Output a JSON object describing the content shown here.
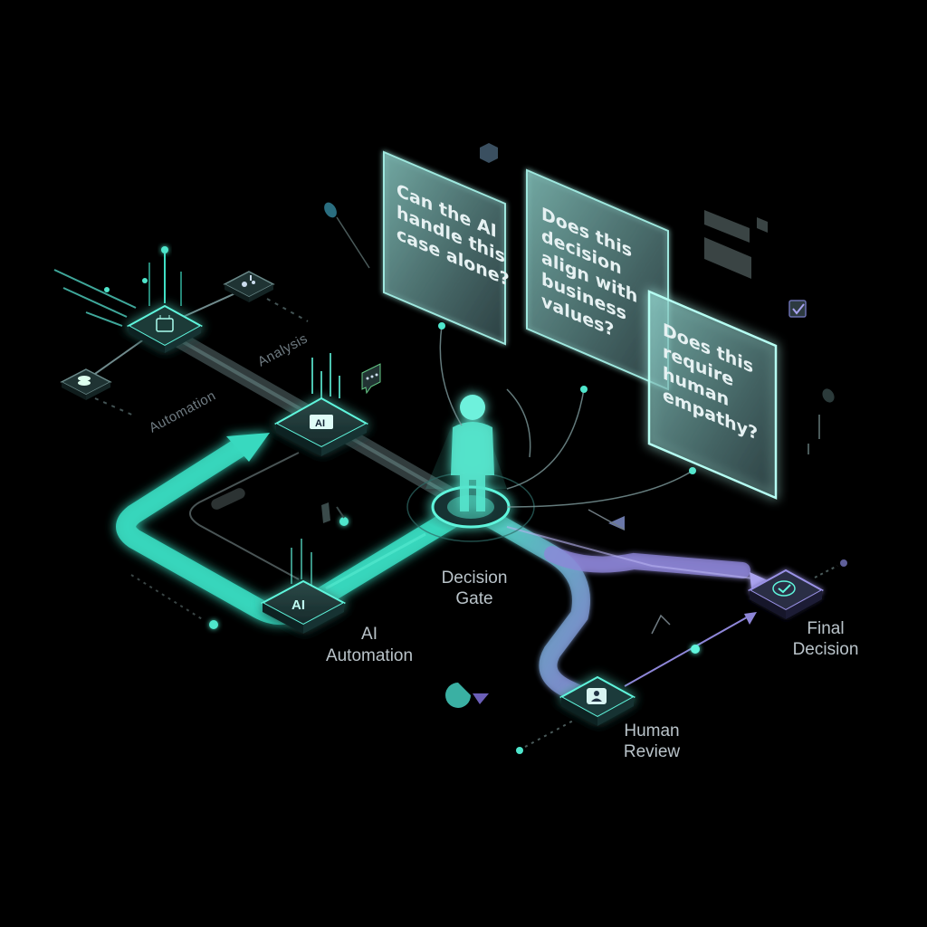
{
  "nodes": {
    "decision_gate": "Decision\nGate",
    "ai_automation": "AI\nAutomation",
    "human_review": "Human\nReview",
    "final_decision": "Final\nDecision"
  },
  "path_labels": {
    "automation": "Automation",
    "analysis": "Analysis"
  },
  "node_glyphs": {
    "ai_chip_top": "AI",
    "ai_chip_bottom": "AI"
  },
  "question_cards": [
    {
      "text": [
        "Can the AI",
        "handle this",
        "case alone?"
      ]
    },
    {
      "text": [
        "Does this",
        "decision",
        "align with",
        "business",
        "values?"
      ]
    },
    {
      "text": [
        "Does this",
        "require",
        "human",
        "empathy?"
      ]
    }
  ],
  "colors": {
    "background": "#000000",
    "ai_path": "#3fe0c5",
    "human_path": "#8f86d6",
    "card_fill": "#7fb8b4",
    "glow": "#5ff5dc"
  },
  "icons": [
    "chip-icon",
    "ai-chip-icon",
    "person-icon",
    "check-icon",
    "chat-bubble-icon",
    "database-icon",
    "pie-icon"
  ]
}
